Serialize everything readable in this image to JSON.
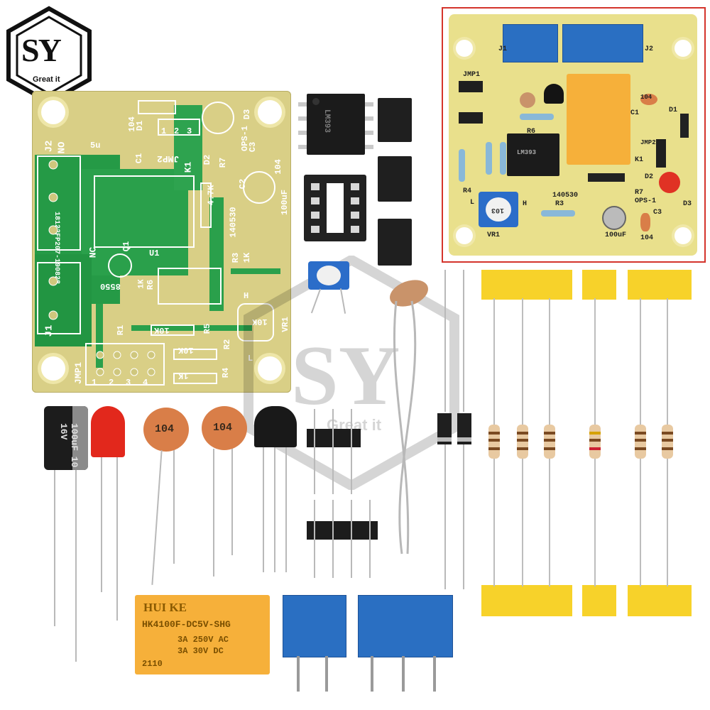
{
  "brand": {
    "logo_letters": "SY",
    "logo_tagline": "Great it",
    "watermark_letters": "SY",
    "watermark_tagline": "Great it"
  },
  "main_pcb": {
    "labels": {
      "j2": "J2",
      "no": "NO",
      "nc": "NC",
      "j1": "J1",
      "d1": "D1",
      "d2": "D2",
      "d3": "D3",
      "k1": "K1",
      "jmp2": "JMP2",
      "jmp1": "JMP1",
      "ops1": "OPS-1",
      "c1": "C1",
      "c2": "C2",
      "c3": "C3",
      "cap_value": "100uF",
      "code": "104",
      "date": "140530",
      "r1": "R1",
      "r2": "R2",
      "r3": "R3",
      "r4": "R4",
      "r5": "R5",
      "r6": "R6",
      "r7": "R7",
      "u1": "U1",
      "q1": "Q1",
      "vr1": "VR1",
      "transistor": "8550",
      "resistor_1k": "1K",
      "resistor_10k": "10K",
      "resistor_4k7": "4.7K",
      "pot": "10K",
      "serial": "18122FP207-190828",
      "h": "H",
      "l": "L",
      "pin1": "1",
      "pin2": "2",
      "pin3": "3",
      "pin4": "4",
      "pin104": "104",
      "jmp_s": "5u"
    }
  },
  "assembled_inset": {
    "labels": {
      "j1": "J1",
      "j2": "J2",
      "jmp1": "JMP1",
      "jmp2": "JMP2",
      "c1": "C1",
      "c3": "C3",
      "d1": "D1",
      "d2": "D2",
      "d3": "D3",
      "k1": "K1",
      "r3": "R3",
      "r4": "R4",
      "r6": "R6",
      "r7": "R7",
      "vr1": "VR1",
      "ops1": "OPS-1",
      "date": "140530",
      "cap": "100uF",
      "code": "104",
      "pot": "103",
      "h": "H",
      "l": "L",
      "chip": "LM393",
      "code2": "104"
    }
  },
  "components": {
    "ic_chip": "LM393",
    "electrolytic_cap": "100uF 10 16V",
    "ceramic_cap_1": "104",
    "ceramic_cap_2": "104",
    "relay": {
      "brand": "HUI KE",
      "model": "HK4100F-DC5V-SHG",
      "rating_1": "3A 250V AC",
      "rating_2": "3A 30V DC",
      "code": "2110"
    }
  }
}
